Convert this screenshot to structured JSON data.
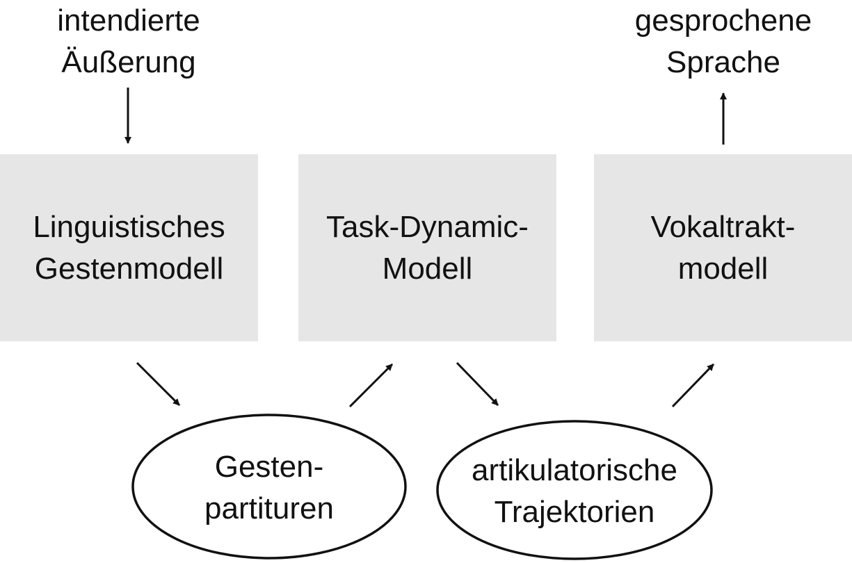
{
  "input_label": [
    "intendierte",
    "Äußerung"
  ],
  "output_label": [
    "gesprochene",
    "Sprache"
  ],
  "boxes": [
    {
      "lines": [
        "Linguistisches",
        "Gestenmodell"
      ]
    },
    {
      "lines": [
        "Task-Dynamic-",
        "Modell"
      ]
    },
    {
      "lines": [
        "Vokaltrakt-",
        "modell"
      ]
    }
  ],
  "ellipses": [
    {
      "lines": [
        "Gesten-",
        "partituren"
      ]
    },
    {
      "lines": [
        "artikulatorische",
        "Trajektorien"
      ]
    }
  ],
  "colors": {
    "box_fill": "#e6e6e6",
    "stroke": "#111111",
    "background": "#ffffff"
  }
}
